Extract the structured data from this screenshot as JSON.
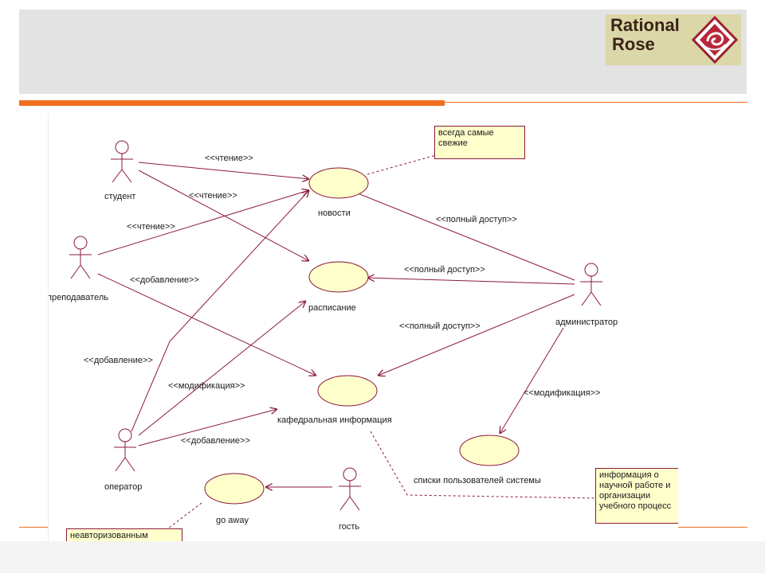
{
  "logo": {
    "line1": "Rational",
    "line2": "Rose"
  },
  "actors": {
    "student": "студент",
    "teacher": "преподаватель",
    "admin": "администратор",
    "operator": "оператор",
    "guest": "гость"
  },
  "use_cases": {
    "news": "новости",
    "schedule": "расписание",
    "department_info": "кафедральная информация",
    "user_lists": "списки пользователей системы",
    "go_away": "go away"
  },
  "stereotypes": {
    "read_1": "<<чтение>>",
    "read_2": "<<чтение>>",
    "read_3": "<<чтение>>",
    "add_1": "<<добавление>>",
    "add_2": "<<добавление>>",
    "add_3": "<<добавление>>",
    "modify_1": "<<модификация>>",
    "modify_2": "<<модификация>>",
    "full_1": "<<полный доступ>>",
    "full_2": "<<полный доступ>>",
    "full_3": "<<полный доступ>>"
  },
  "notes": {
    "fresh": [
      "всегда самые",
      "свежие"
    ],
    "research": [
      "информация о",
      "научной работе и",
      "организации",
      "учебного процесс"
    ],
    "unauthorized": [
      "неавторизованным"
    ]
  },
  "colors": {
    "line": "#8c1a3a",
    "usecase_fill": "#ffffcc",
    "accent": "#f07020",
    "header": "#e3e3e3"
  }
}
